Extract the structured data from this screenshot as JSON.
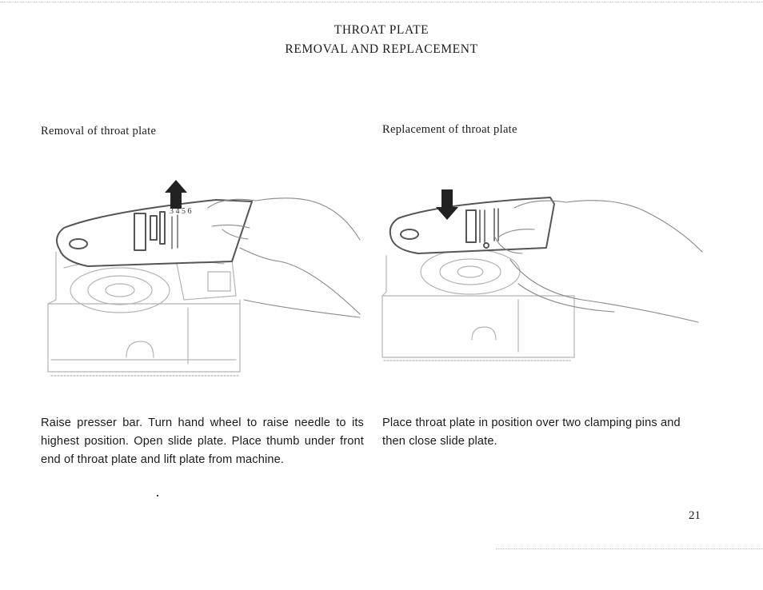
{
  "header": {
    "title_line1": "THROAT PLATE",
    "title_line2": "REMOVAL AND REPLACEMENT"
  },
  "left_section": {
    "heading": "Removal of throat plate",
    "figure": {
      "arrow_direction": "up",
      "plate_scale_numbers": "3 4 5 6"
    },
    "instructions": "Raise presser bar. Turn hand wheel to raise needle to its highest position. Open slide plate. Place thumb under front end of throat plate and lift plate from machine."
  },
  "right_section": {
    "heading": "Replacement of throat plate",
    "figure": {
      "arrow_direction": "down"
    },
    "instructions": "Place throat plate in position over two clamping pins and then close slide plate."
  },
  "footer": {
    "page_number": "21"
  },
  "colors": {
    "ink": "#1a1a1a",
    "line_art": "#555555",
    "faint_line_art": "#b5b5b5",
    "arrow_fill": "#222222"
  }
}
